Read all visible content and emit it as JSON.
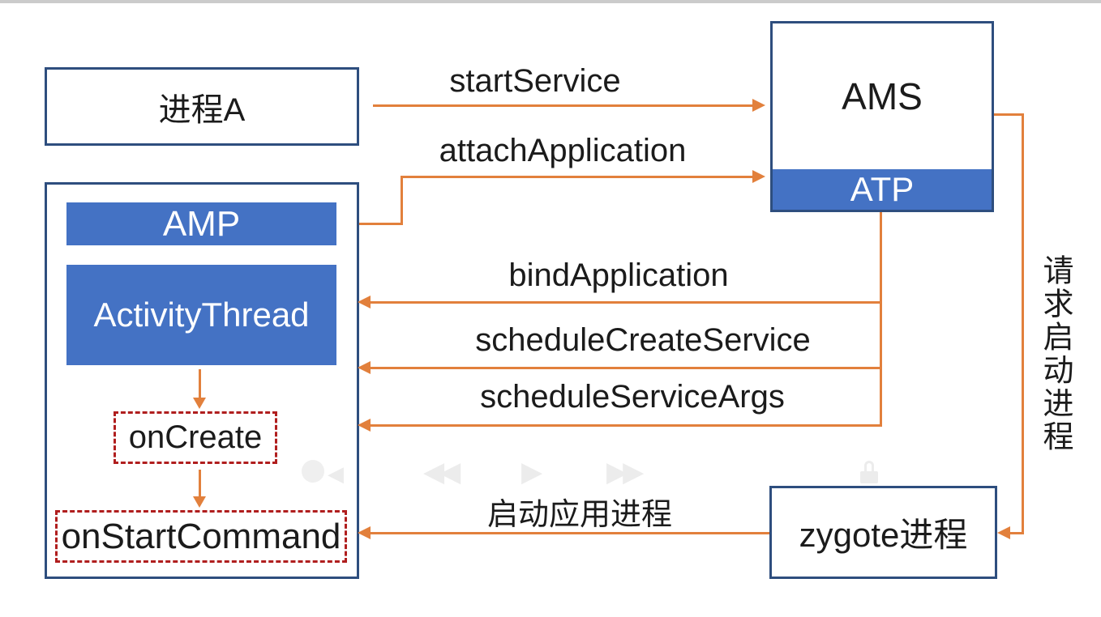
{
  "diagram": {
    "process_a": "进程A",
    "amp": "AMP",
    "activity_thread": "ActivityThread",
    "on_create": "onCreate",
    "on_start_command": "onStartCommand",
    "ams": "AMS",
    "atp": "ATP",
    "zygote": "zygote进程"
  },
  "arrows": {
    "start_service": "startService",
    "attach_application": "attachApplication",
    "bind_application": "bindApplication",
    "schedule_create_service": "scheduleCreateService",
    "schedule_service_args": "scheduleServiceArgs",
    "start_app_process": "启动应用进程",
    "request_start_process": "请求启动进程"
  },
  "colors": {
    "connector_orange": "#e2803c",
    "box_fill_blue": "#4472c4",
    "box_border_navy": "#2e4e7e",
    "dashed_red": "#b01e1e"
  },
  "ghost_player_icons": [
    "volume-icon",
    "rewind-icon",
    "play-icon",
    "fast-forward-icon",
    "lock-icon"
  ]
}
